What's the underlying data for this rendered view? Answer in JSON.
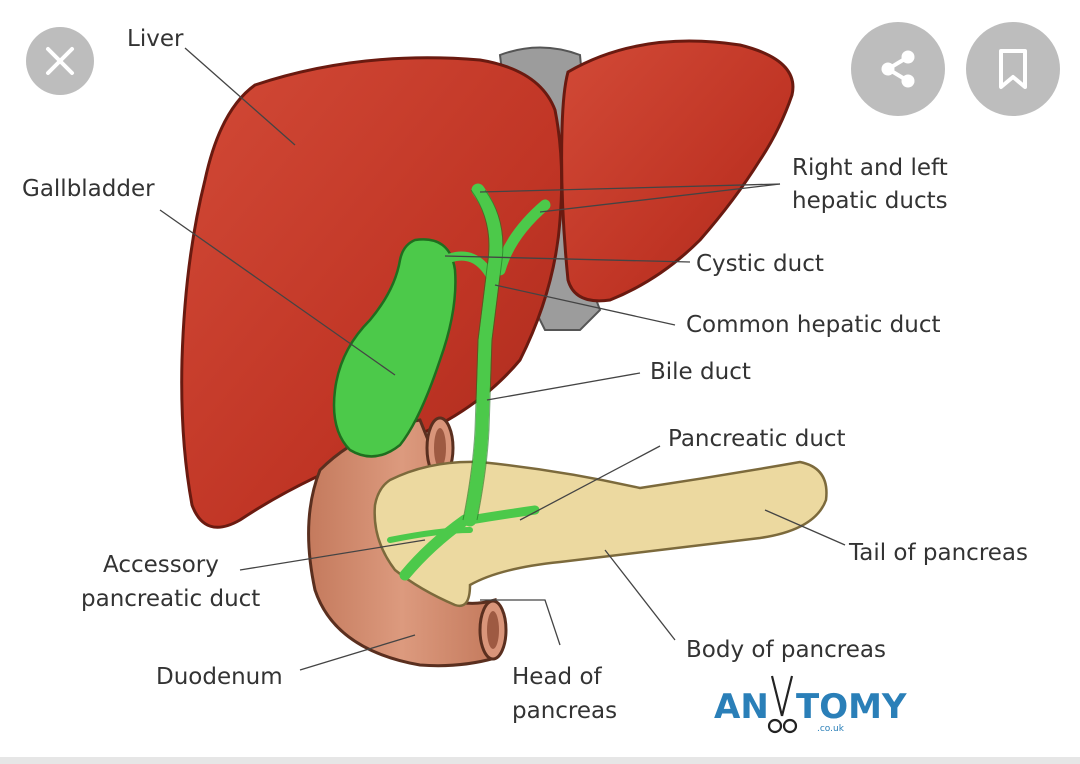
{
  "labels": {
    "liver": "Liver",
    "gallbladder": "Gallbladder",
    "hepatic_line1": "Right and left",
    "hepatic_line2": "hepatic ducts",
    "cystic": "Cystic duct",
    "common_hepatic": "Common hepatic duct",
    "bile": "Bile duct",
    "pancreatic": "Pancreatic duct",
    "accessory_line1": "Accessory",
    "accessory_line2": "pancreatic duct",
    "tail": "Tail of pancreas",
    "body": "Body of pancreas",
    "duodenum": "Duodenum",
    "head_line1": "Head of",
    "head_line2": "pancreas"
  },
  "logo": {
    "left": "AN",
    "right": "TOMY",
    "domain": ".co.uk"
  },
  "icons": {
    "close": "close-icon",
    "share": "share-icon",
    "bookmark": "bookmark-icon"
  },
  "colors": {
    "liver": "#c23b2a",
    "gallbladder": "#4cc94a",
    "pancreas": "#ecd9a0",
    "duodenum": "#cf8a6e",
    "vena_cava": "#9c9c9c",
    "button": "#bdbdbd",
    "logo": "#2a7fb8"
  }
}
